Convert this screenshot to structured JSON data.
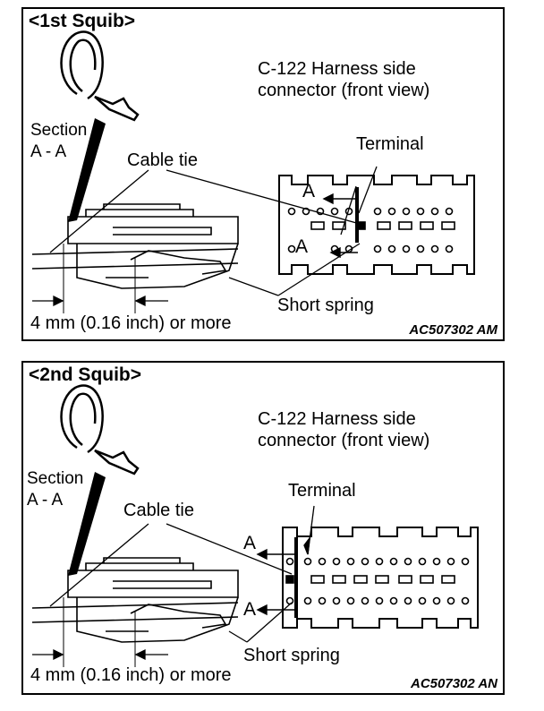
{
  "panels": [
    {
      "title": "<1st Squib>",
      "connector_label_line1": "C-122 Harness side",
      "connector_label_line2": "connector (front view)",
      "terminal_label": "Terminal",
      "cable_tie_label": "Cable tie",
      "section_line1": "Section",
      "section_line2": "A - A",
      "section_marker": "A",
      "short_spring_label": "Short spring",
      "measurement_label": "4 mm (0.16 inch) or more",
      "figure_code": "AC507302 AM"
    },
    {
      "title": "<2nd Squib>",
      "connector_label_line1": "C-122 Harness side",
      "connector_label_line2": "connector (front view)",
      "terminal_label": "Terminal",
      "cable_tie_label": "Cable tie",
      "section_line1": "Section",
      "section_line2": "A - A",
      "section_marker": "A",
      "short_spring_label": "Short spring",
      "measurement_label": "4 mm (0.16 inch) or more",
      "figure_code": "AC507302 AN"
    }
  ]
}
